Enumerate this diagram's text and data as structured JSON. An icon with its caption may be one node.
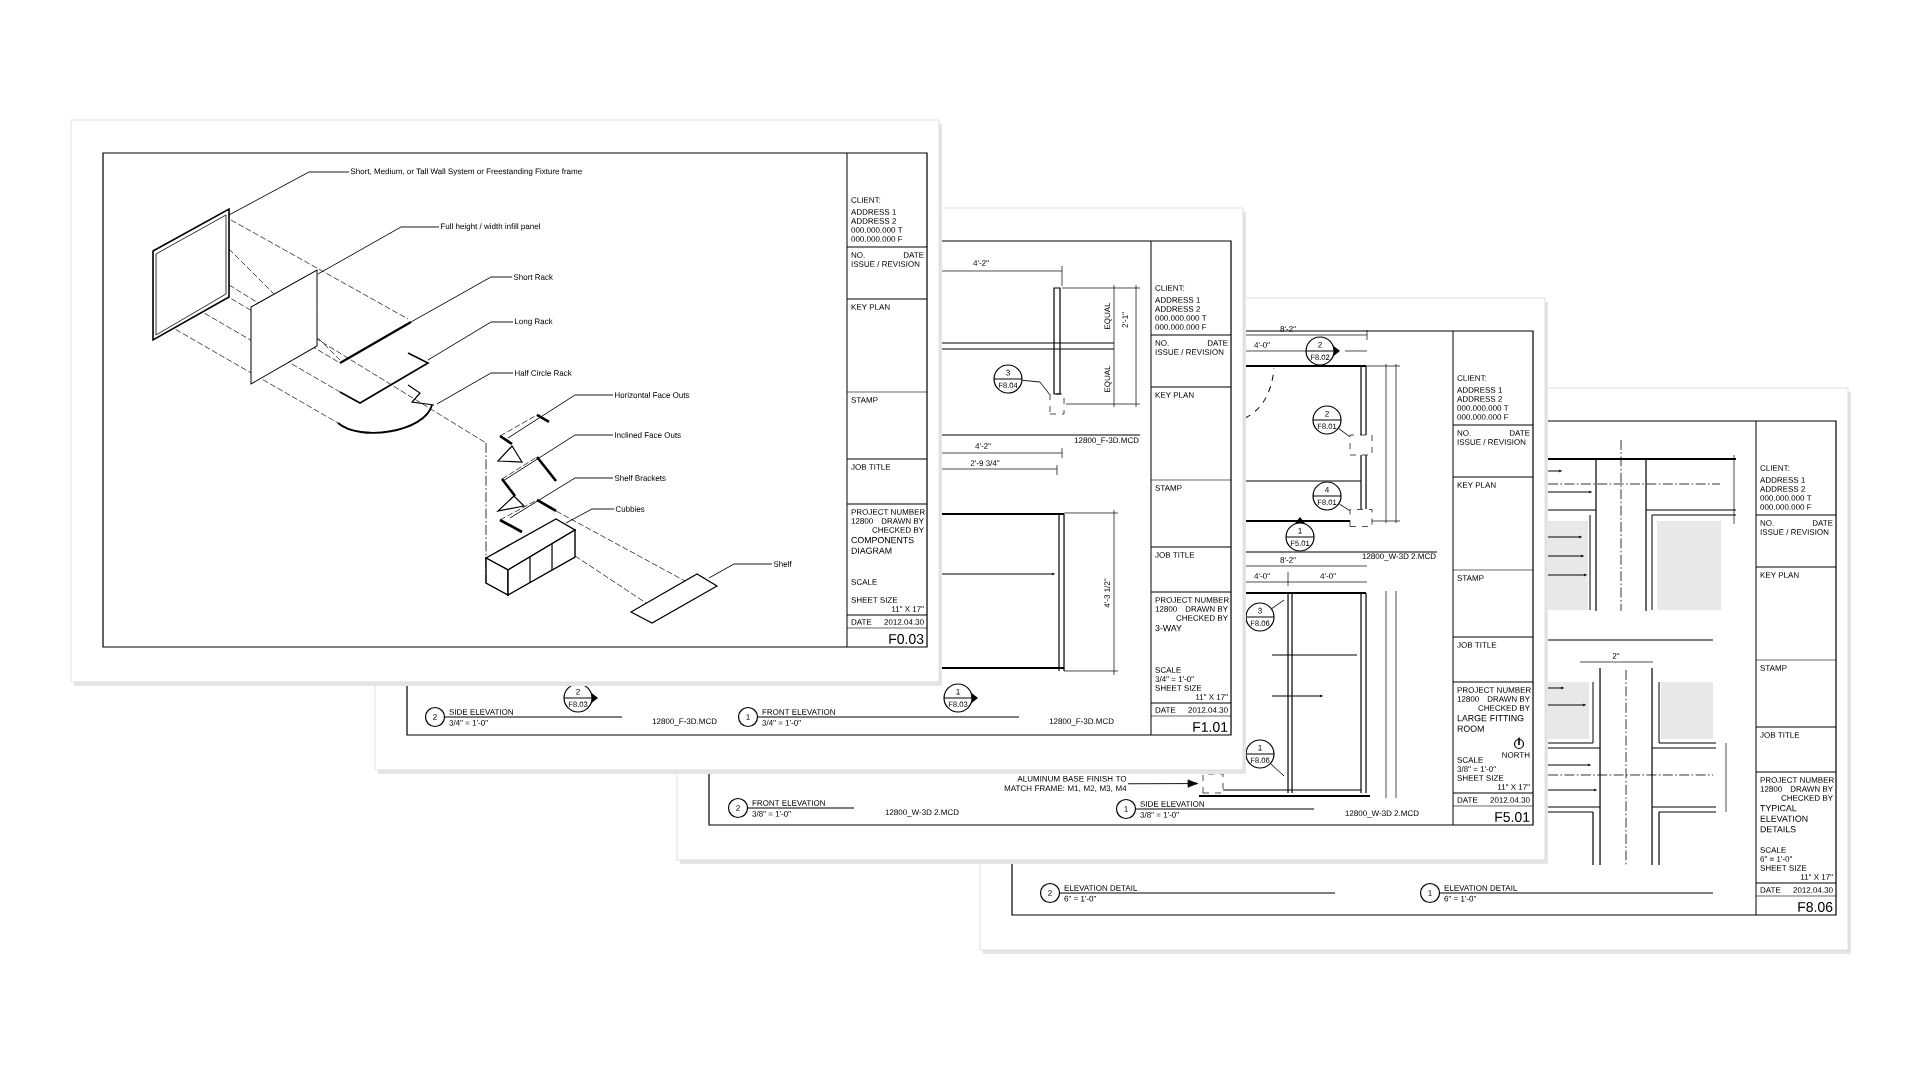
{
  "diagram": {
    "nodes": [
      {
        "text": [
          "Short, Medium, or Tall Wall System or Freestanding Fixture frame"
        ]
      },
      {
        "text": [
          "Full height / width infill panel"
        ]
      },
      {
        "text": [
          "Short Rack"
        ]
      },
      {
        "text": [
          "Long Rack"
        ]
      },
      {
        "text": [
          "Half Circle Rack"
        ]
      },
      {
        "text": [
          "Horizontal Face Outs"
        ]
      },
      {
        "text": [
          "Inclined Face Outs"
        ]
      },
      {
        "text": [
          "Shelf Brackets"
        ]
      },
      {
        "text": [
          "Cubbies"
        ]
      },
      {
        "text": [
          "Shelf"
        ]
      },
      {
        "text": [
          "3",
          "F8.04"
        ]
      },
      {
        "text": [],
        "shape": "box"
      },
      {
        "text": [
          "2",
          "F8.03"
        ]
      },
      {
        "text": [
          "1",
          "F8.03"
        ]
      },
      {
        "text": [
          "2"
        ],
        "beside": [
          "SIDE ELEVATION",
          "3/4\" = 1'-0\""
        ]
      },
      {
        "text": [
          "1"
        ],
        "beside": [
          "FRONT ELEVATION",
          "3/4\" = 1'-0\""
        ]
      },
      {
        "text": [
          "2",
          "F8.02"
        ]
      },
      {
        "text": [
          "2",
          "F8.01"
        ]
      },
      {
        "text": [],
        "shape": "box"
      },
      {
        "text": [
          "4",
          "F8.01"
        ]
      },
      {
        "text": [],
        "shape": "box"
      },
      {
        "text": [
          "1",
          "F5.01"
        ]
      },
      {
        "text": [
          "3",
          "F8.06"
        ]
      },
      {
        "text": [
          "1",
          "F8.06"
        ]
      },
      {
        "text": [
          "ALUMINUM BASE FINISH TO MATCH FRAME: M1, M2, M3, M4"
        ]
      },
      {
        "text": [],
        "shape": "box"
      },
      {
        "text": [
          "2"
        ],
        "beside": [
          "FRONT ELEVATION",
          "3/8\" = 1'-0\""
        ]
      },
      {
        "text": [
          "1"
        ],
        "beside": [
          "SIDE ELEVATION",
          "3/8\" = 1'-0\""
        ]
      },
      {
        "text": [
          "2"
        ],
        "beside": [
          "ELEVATION DETAIL",
          "6\" = 1'-0\""
        ]
      },
      {
        "text": [
          "1"
        ],
        "beside": [
          "ELEVATION DETAIL",
          "6\" = 1'-0\""
        ]
      }
    ],
    "edges": [
      {
        "from": 0,
        "to": null,
        "arrow": "none"
      },
      {
        "from": 1,
        "to": null,
        "arrow": "none"
      },
      {
        "from": 2,
        "to": null,
        "arrow": "none"
      },
      {
        "from": 3,
        "to": null,
        "arrow": "none"
      },
      {
        "from": 4,
        "to": null,
        "arrow": "none"
      },
      {
        "from": 5,
        "to": null,
        "arrow": "none"
      },
      {
        "from": 6,
        "to": null,
        "arrow": "none"
      },
      {
        "from": 7,
        "to": null,
        "arrow": "none"
      },
      {
        "from": 8,
        "to": null,
        "arrow": "none"
      },
      {
        "from": 9,
        "to": null,
        "arrow": "none"
      },
      {
        "from": 10,
        "to": 11,
        "arrow": "none"
      },
      {
        "from": 17,
        "to": 18,
        "arrow": "none"
      },
      {
        "from": 19,
        "to": 20,
        "arrow": "none"
      },
      {
        "from": 22,
        "to": null,
        "arrow": "none"
      },
      {
        "from": 23,
        "to": null,
        "arrow": "none"
      },
      {
        "from": 24,
        "to": 25,
        "arrow": "to"
      }
    ],
    "labels": [
      "CLIENT:",
      "ADDRESS 1",
      "ADDRESS 2",
      "000.000.000 T",
      "000.000.000 F",
      "NO.",
      "DATE",
      "ISSUE / REVISION",
      "KEY PLAN",
      "STAMP",
      "JOB TITLE",
      "PROJECT NUMBER",
      "12800",
      "DRAWN BY",
      "CHECKED BY",
      "COMPONENTS DIAGRAM",
      "SCALE",
      "SHEET SIZE",
      "11\" X 17\"",
      "DATE",
      "2012.04.30",
      "F0.03",
      "CLIENT:",
      "ADDRESS 1",
      "ADDRESS 2",
      "000.000.000 T",
      "000.000.000 F",
      "NO.",
      "DATE",
      "ISSUE / REVISION",
      "KEY PLAN",
      "STAMP",
      "JOB TITLE",
      "PROJECT NUMBER",
      "12800",
      "DRAWN BY",
      "CHECKED BY",
      "3-WAY",
      "SCALE",
      "3/4\" = 1'-0\"",
      "SHEET SIZE",
      "11\" X 17\"",
      "DATE",
      "2012.04.30",
      "F1.01",
      "4'-2\"",
      "EQUAL",
      "EQUAL",
      "2'-1\"",
      "12800_F-3D.MCD",
      "4'-2\"",
      "2'-9 3/4\"",
      "4'-3 1/2\"",
      "12800_F-3D.MCD",
      "12800_F-3D.MCD",
      "CLIENT:",
      "ADDRESS 1",
      "ADDRESS 2",
      "000.000.000 T",
      "000.000.000 F",
      "NO.",
      "DATE",
      "ISSUE / REVISION",
      "KEY PLAN",
      "STAMP",
      "JOB TITLE",
      "PROJECT NUMBER",
      "12800",
      "DRAWN BY",
      "CHECKED BY",
      "LARGE FITTING ROOM",
      "SCALE",
      "3/8\" = 1'-0\"",
      "SHEET SIZE",
      "11\" X 17\"",
      "DATE",
      "2012.04.30",
      "F5.01",
      "8'-2\"",
      "4'-0\"",
      "8'-2\"",
      "12800_W-3D 2.MCD",
      "4'-0\"",
      "4'-0\"",
      "12800_W-3D 2.MCD",
      "12800_W-3D 2.MCD",
      "NORTH",
      "CLIENT:",
      "ADDRESS 1",
      "ADDRESS 2",
      "000.000.000 T",
      "000.000.000 F",
      "NO.",
      "DATE",
      "ISSUE / REVISION",
      "KEY PLAN",
      "STAMP",
      "JOB TITLE",
      "PROJECT NUMBER",
      "12800",
      "DRAWN BY",
      "CHECKED BY",
      "TYPICAL ELEVATION DETAILS",
      "SCALE",
      "6\" = 1'-0\"",
      "SHEET SIZE",
      "11\" X 17\"",
      "DATE",
      "2012.04.30",
      "F8.06",
      "2\""
    ]
  }
}
